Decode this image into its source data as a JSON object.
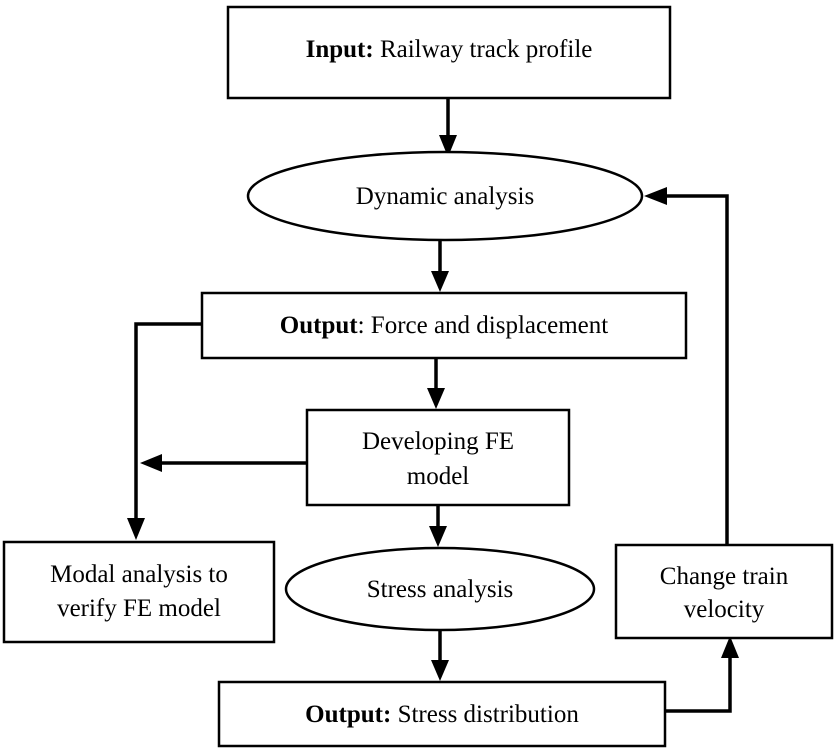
{
  "nodes": {
    "input": {
      "bold": "Input:",
      "text": " Railway track profile"
    },
    "dynamic": {
      "text": "Dynamic analysis"
    },
    "output_force": {
      "bold": "Output",
      "text": ": Force and displacement"
    },
    "fe_model": {
      "line1": "Developing FE",
      "line2": "model"
    },
    "modal": {
      "line1": "Modal analysis to",
      "line2": "verify FE model"
    },
    "stress": {
      "text": "Stress analysis"
    },
    "velocity": {
      "line1": "Change train",
      "line2": "velocity"
    },
    "output_stress": {
      "bold": "Output:",
      "text": " Stress distribution"
    }
  }
}
